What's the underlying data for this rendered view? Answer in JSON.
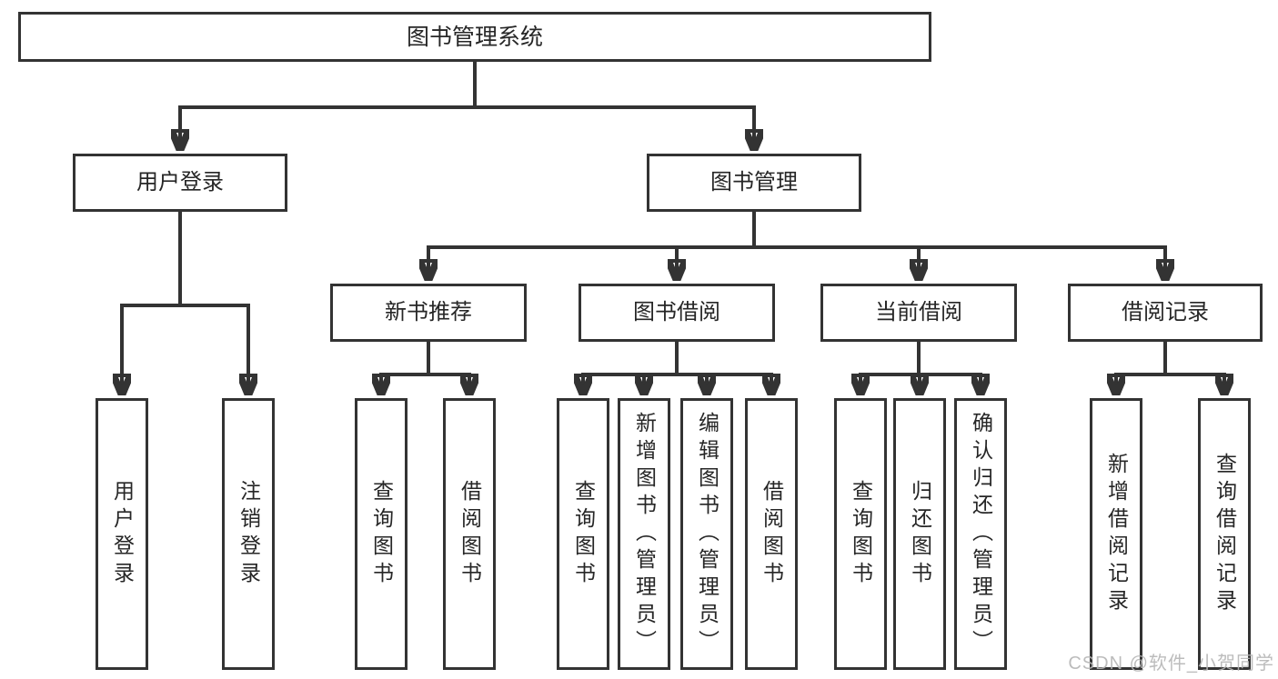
{
  "diagram": {
    "root": "图书管理系统",
    "branches": [
      {
        "label": "用户登录",
        "children": [
          {
            "label": "用户登录"
          },
          {
            "label": "注销登录"
          }
        ]
      },
      {
        "label": "图书管理",
        "children": [
          {
            "label": "新书推荐",
            "children": [
              {
                "label": "查询图书"
              },
              {
                "label": "借阅图书"
              }
            ]
          },
          {
            "label": "图书借阅",
            "children": [
              {
                "label": "查询图书"
              },
              {
                "label": "新增图书（管理员）"
              },
              {
                "label": "编辑图书（管理员）"
              },
              {
                "label": "借阅图书"
              }
            ]
          },
          {
            "label": "当前借阅",
            "children": [
              {
                "label": "查询图书"
              },
              {
                "label": "归还图书"
              },
              {
                "label": "确认归还（管理员）"
              }
            ]
          },
          {
            "label": "借阅记录",
            "children": [
              {
                "label": "新增借阅记录"
              },
              {
                "label": "查询借阅记录"
              }
            ]
          }
        ]
      }
    ]
  },
  "watermark": "CSDN @软件_小贺同学",
  "colors": {
    "line": "#333333",
    "text": "#262626",
    "box_background": "#ffffff",
    "page_background": "#ffffff",
    "watermark": "#b5b5b5"
  }
}
